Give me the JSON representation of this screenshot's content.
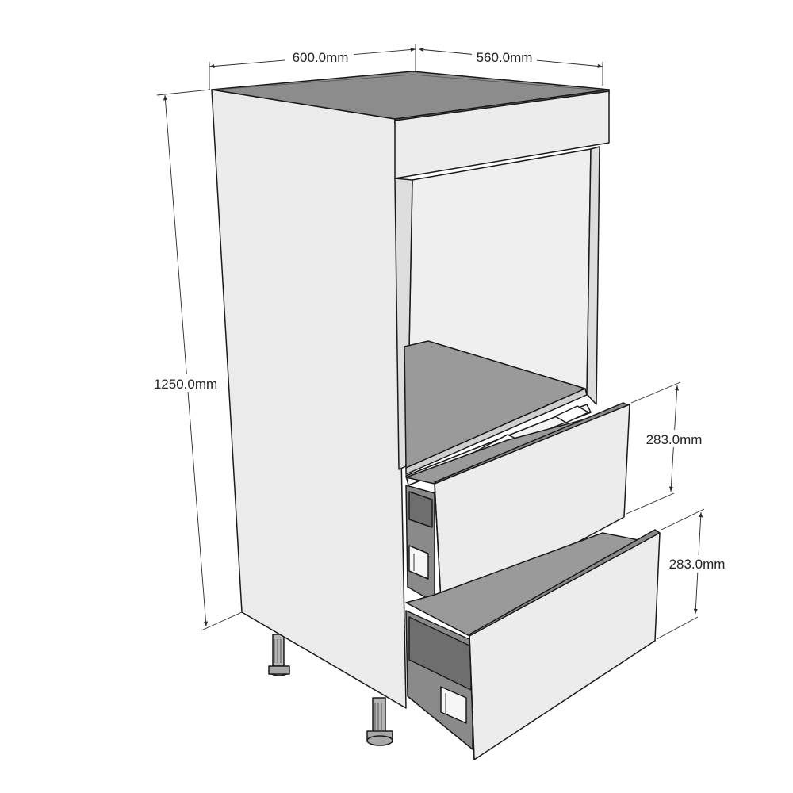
{
  "dimensions": {
    "width": "600.0mm",
    "depth": "560.0mm",
    "height": "1250.0mm",
    "drawer_top_height": "283.0mm",
    "drawer_bottom_height": "283.0mm"
  },
  "colors": {
    "carcass_side": "#ebebeb",
    "top_surface": "#8c8c8c",
    "interior_back": "#eeeeee",
    "interior_floor": "#9a9a9a",
    "drawer_front": "#ececec",
    "drawer_edge": "#8a8a8a",
    "leg": "#aaaaaa"
  }
}
